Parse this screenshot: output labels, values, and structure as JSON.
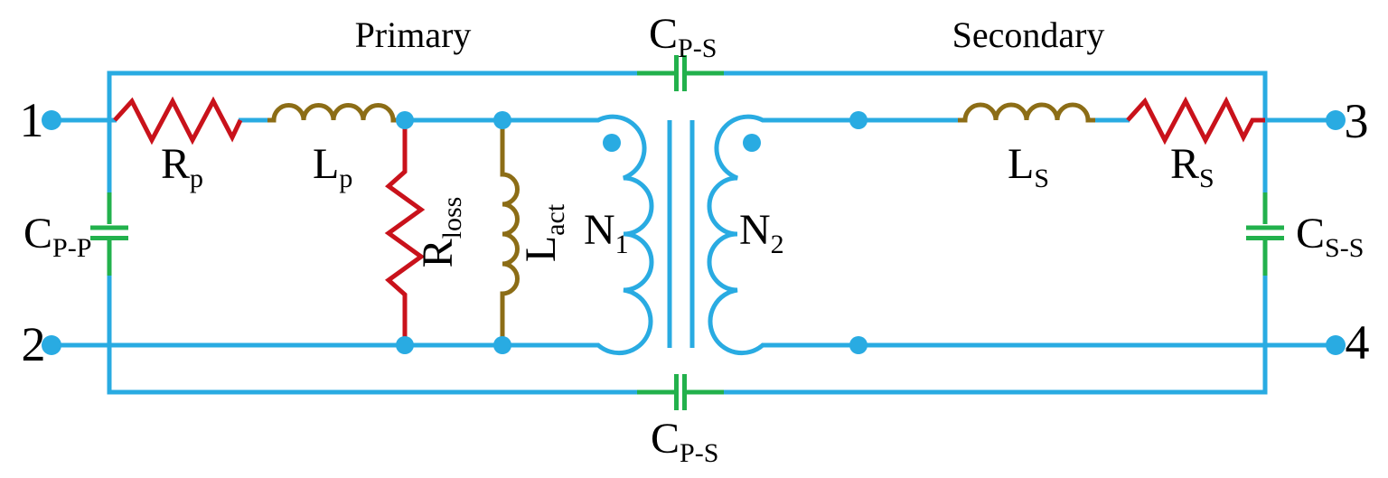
{
  "diagram": {
    "kind": "transformer-equivalent-circuit"
  },
  "sections": {
    "primary": "Primary",
    "secondary": "Secondary"
  },
  "terminals": {
    "t1": "1",
    "t2": "2",
    "t3": "3",
    "t4": "4"
  },
  "labels": {
    "r_p": {
      "main": "R",
      "sub": "p"
    },
    "l_p": {
      "main": "L",
      "sub": "p"
    },
    "r_loss": {
      "main": "R",
      "sub": "loss"
    },
    "l_act": {
      "main": "L",
      "sub": "act"
    },
    "n1": {
      "main": "N",
      "sub": "1"
    },
    "n2": {
      "main": "N",
      "sub": "2"
    },
    "l_s": {
      "main": "L",
      "sub": "S"
    },
    "r_s": {
      "main": "R",
      "sub": "S"
    },
    "c_pp": {
      "main": "C",
      "sub": "P-P"
    },
    "c_ss": {
      "main": "C",
      "sub": "S-S"
    },
    "c_ps_top": {
      "main": "C",
      "sub": "P-S"
    },
    "c_ps_bottom": {
      "main": "C",
      "sub": "P-S"
    }
  },
  "colors": {
    "wire": "#29ABE2",
    "resistor": "#C9121B",
    "inductor": "#8C6D16",
    "capacitor": "#22B14C",
    "label_text": "#000000",
    "background": "#FFFFFF"
  }
}
